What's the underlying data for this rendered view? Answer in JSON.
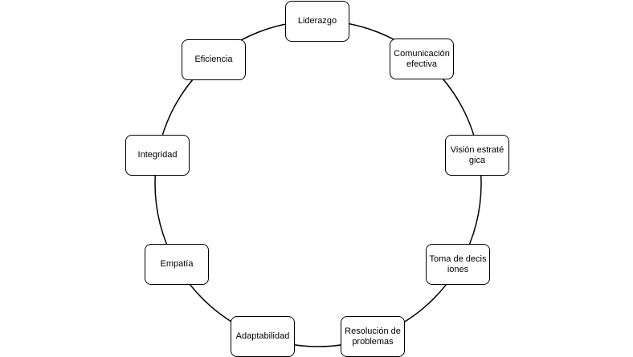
{
  "nodes": [
    {
      "label": "Liderazgo"
    },
    {
      "label": "Comunicación efectiva"
    },
    {
      "label": "Visión estratégica"
    },
    {
      "label": "Toma de decisiones"
    },
    {
      "label": "Resolución de problemas"
    },
    {
      "label": "Adaptabilidad"
    },
    {
      "label": "Empatía"
    },
    {
      "label": "Integridad"
    },
    {
      "label": "Eficiencia"
    }
  ]
}
